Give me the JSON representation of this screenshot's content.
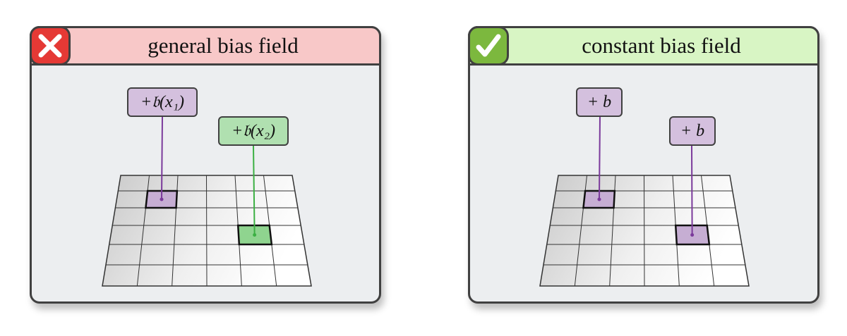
{
  "panels": [
    {
      "title": "general bias field",
      "status_icon": "cross-icon",
      "status_color": "#e53935",
      "header_color": "#f8c8c8",
      "labels": [
        {
          "text": "+𝔟(x₁)",
          "color": "#d4c0de"
        },
        {
          "text": "+𝔟(x₂)",
          "color": "#b0e0b0"
        }
      ]
    },
    {
      "title": "constant bias field",
      "status_icon": "check-icon",
      "status_color": "#7cb83e",
      "header_color": "#d8f5c4",
      "labels": [
        {
          "text": "+ b",
          "color": "#d4c0de"
        },
        {
          "text": "+ b",
          "color": "#d4c0de"
        }
      ]
    }
  ],
  "colors": {
    "purple": "#7b3a9b",
    "green": "#3cb043",
    "cell_purple": "#c6aed3",
    "cell_green": "#8fd48f"
  }
}
